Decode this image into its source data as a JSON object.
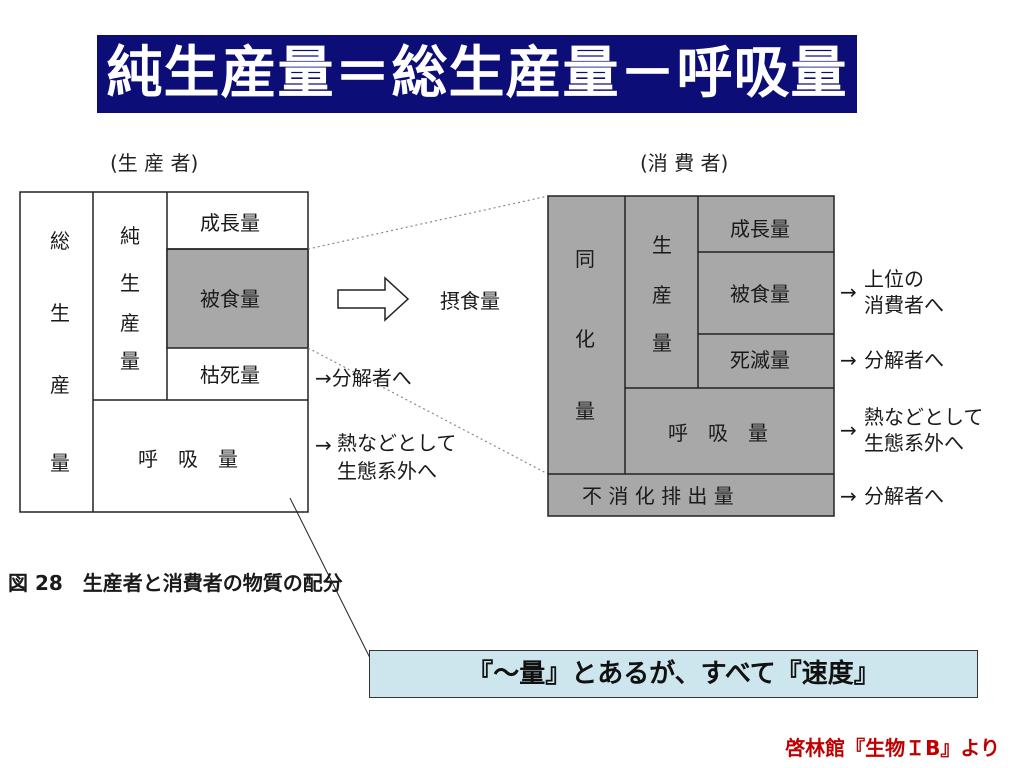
{
  "title": "純生産量＝総生産量－呼吸量",
  "producer": {
    "header": "(生 産 者)",
    "gross": [
      "総",
      "生",
      "産",
      "量"
    ],
    "net": [
      "純",
      "生",
      "産",
      "量"
    ],
    "growth": "成長量",
    "eaten": "被食量",
    "dead": "枯死量",
    "respiration": "呼　吸　量",
    "to_decomposer": "→分解者へ",
    "heat_line1": "熱などとして",
    "heat_line2": "生態系外へ"
  },
  "intake": "摂食量",
  "consumer": {
    "header": "(消 費 者)",
    "assimilation": [
      "同",
      "化",
      "量"
    ],
    "production": [
      "生",
      "産",
      "量"
    ],
    "growth": "成長量",
    "eaten": "被食量",
    "dead": "死滅量",
    "respiration": "呼　吸　量",
    "egested": "不 消 化 排 出 量",
    "to_higher_line1": "上位の",
    "to_higher_line2": "消費者へ",
    "to_decomposer": "分解者へ",
    "heat_line1": "熱などとして",
    "heat_line2": "生態系外へ",
    "to_decomposer2": "分解者へ"
  },
  "figure_caption": "図 28　生産者と消費者の物質の配分",
  "note": "『～量』とあるが、すべて『速度』",
  "source": "啓林館『生物ＩB』より",
  "colors": {
    "title_bg": "#0d0d78",
    "shaded": "#a8a8a8",
    "note_bg": "#cde6ee",
    "source": "#c00000"
  }
}
